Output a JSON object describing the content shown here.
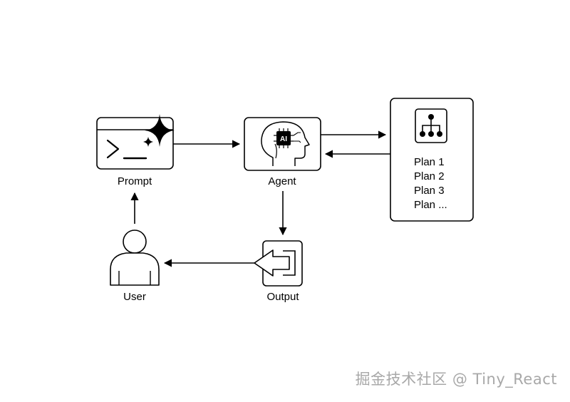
{
  "nodes": {
    "prompt": {
      "label": "Prompt",
      "icon": "terminal-sparkle-icon"
    },
    "agent": {
      "label": "Agent",
      "icon": "ai-head-icon",
      "chip_text": "AI"
    },
    "plan": {
      "icon": "hierarchy-icon",
      "items": [
        "Plan 1",
        "Plan 2",
        "Plan 3",
        "Plan ..."
      ]
    },
    "output": {
      "label": "Output",
      "icon": "output-arrow-icon"
    },
    "user": {
      "label": "User",
      "icon": "user-icon"
    }
  },
  "watermark": "掘金技术社区 @ Tiny_React",
  "colors": {
    "stroke": "#000000",
    "background": "#ffffff",
    "watermark": "#a8a8a8"
  }
}
